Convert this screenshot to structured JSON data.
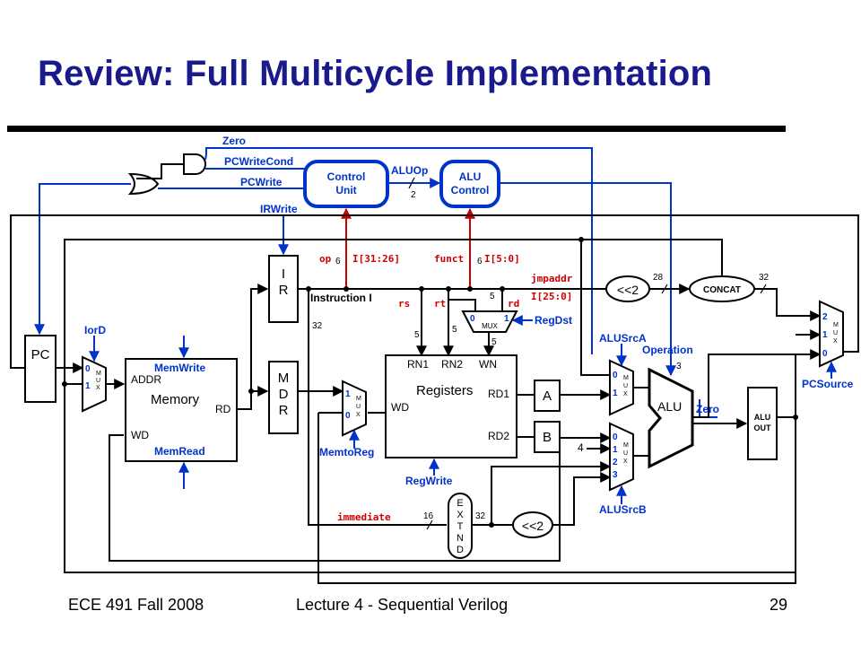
{
  "title": "Review: Full Multicycle Implementation",
  "footer": {
    "left": "ECE 491 Fall 2008",
    "center": "Lecture 4 - Sequential Verilog",
    "page": "29"
  },
  "colors": {
    "title": "#1a1a8c",
    "control": "#0033cc",
    "field": "#cc0000",
    "wire": "#000000"
  },
  "diagram": {
    "control_unit": [
      "Control",
      "Unit"
    ],
    "alu_control": [
      "ALU",
      "Control"
    ],
    "pc": "PC",
    "ir": [
      "I",
      "R"
    ],
    "mdr": [
      "M",
      "D",
      "R"
    ],
    "memory": {
      "name": "Memory",
      "addr": "ADDR",
      "rd": "RD",
      "wd": "WD"
    },
    "registers": {
      "name": "Registers",
      "rn1": "RN1",
      "rn2": "RN2",
      "wn": "WN",
      "wd": "WD",
      "rd1": "RD1",
      "rd2": "RD2"
    },
    "reg_a": "A",
    "reg_b": "B",
    "alu": "ALU",
    "alu_out": [
      "ALU",
      "OUT"
    ],
    "extend": [
      "E",
      "X",
      "T",
      "N",
      "D"
    ],
    "shift_left_2": "<<2",
    "concat": "CONCAT",
    "mux_label": [
      "M",
      "U",
      "X"
    ],
    "mux_dst_label": "MUX",
    "mux_inputs": {
      "addr": [
        "0",
        "1"
      ],
      "wd": [
        "1",
        "0"
      ],
      "dst": [
        "0",
        "1"
      ],
      "srca": [
        "0",
        "1"
      ],
      "srcb": [
        "0",
        "1",
        "2",
        "3"
      ],
      "pcsrc": [
        "2",
        "1",
        "0"
      ]
    },
    "signals": {
      "zero_top": "Zero",
      "pcwritecond": "PCWriteCond",
      "pcwrite": "PCWrite",
      "aluop": "ALUOp",
      "irwrite": "IRWrite",
      "iord": "IorD",
      "memwrite": "MemWrite",
      "memread": "MemRead",
      "memtoreg": "MemtoReg",
      "regwrite": "RegWrite",
      "regdst": "RegDst",
      "alusrca": "ALUSrcA",
      "alusrcb": "ALUSrcB",
      "operation": "Operation",
      "pcsource": "PCSource",
      "zero_alu": "Zero"
    },
    "fields": {
      "op": "op",
      "op_bits": "I[31:26]",
      "funct": "funct",
      "funct_bits": "I[5:0]",
      "jmpaddr": "jmpaddr",
      "jmp_bits": "I[25:0]",
      "rs": "rs",
      "rt": "rt",
      "rd": "rd",
      "immediate": "immediate",
      "instruction": "Instruction I"
    },
    "widths": {
      "aluop": "2",
      "op": "6",
      "funct": "6",
      "w28": "28",
      "w32_concat": "32",
      "w32_ir": "32",
      "rs": "5",
      "rt": "5",
      "rd": "5",
      "wn": "5",
      "op_alu": "3",
      "imm": "16",
      "ext": "32"
    },
    "const_four": "4"
  }
}
